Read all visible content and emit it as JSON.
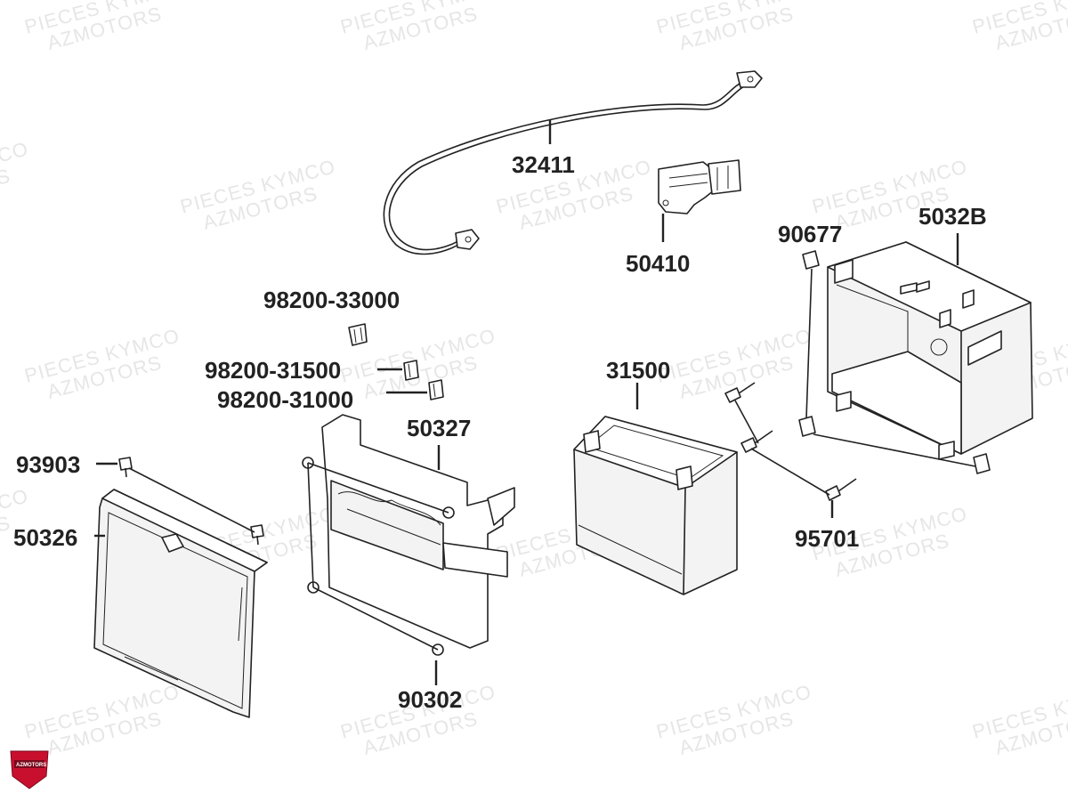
{
  "watermark": {
    "line1": "PIECES KYMCO",
    "line2": "AZMOTORS"
  },
  "logo": {
    "text": "AZMOTORS",
    "color": "#c8102e"
  },
  "parts": {
    "p32411": "32411",
    "p50410": "50410",
    "p5032B": "5032B",
    "p90677": "90677",
    "p98200_33000": "98200-33000",
    "p98200_31500": "98200-31500",
    "p98200_31000": "98200-31000",
    "p31500": "31500",
    "p50327": "50327",
    "p93903": "93903",
    "p50326": "50326",
    "p95701": "95701",
    "p90302": "90302"
  },
  "colors": {
    "line": "#222222",
    "watermark": "#e6e6e6",
    "brand": "#c8102e"
  }
}
